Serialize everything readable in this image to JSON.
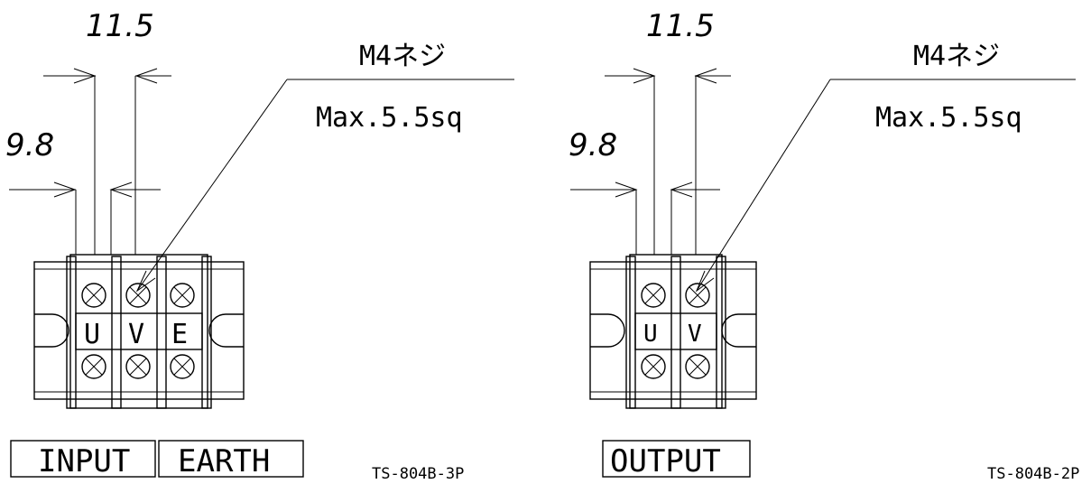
{
  "left": {
    "dim_top": "11.5",
    "dim_left": "9.8",
    "screw_note": "M4ネジ",
    "wire_note": "Max.5.5sq",
    "terminals": [
      "U",
      "V",
      "E"
    ],
    "box_input": "INPUT",
    "box_earth": "EARTH",
    "model": "TS-804B-3P"
  },
  "right": {
    "dim_top": "11.5",
    "dim_left": "9.8",
    "screw_note": "M4ネジ",
    "wire_note": "Max.5.5sq",
    "terminals": [
      "U",
      "V"
    ],
    "box_output": "OUTPUT",
    "model": "TS-804B-2P"
  }
}
